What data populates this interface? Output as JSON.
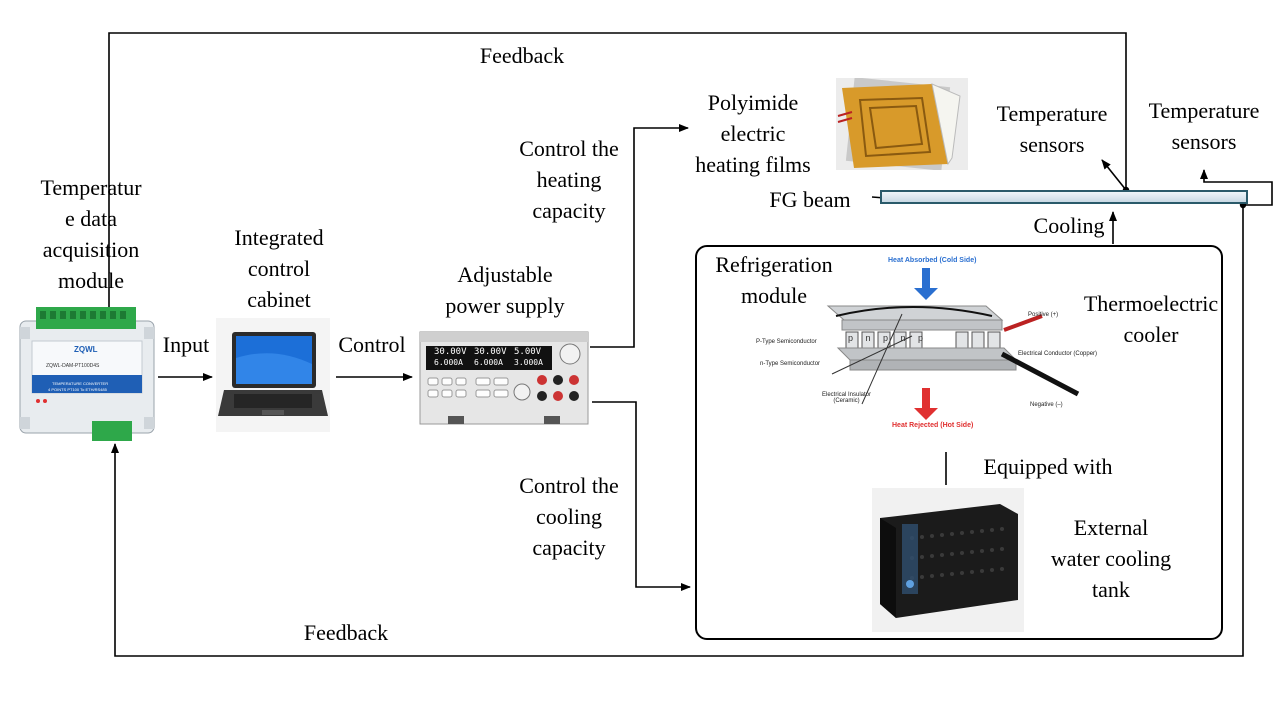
{
  "labels": {
    "feedback_top": "Feedback",
    "feedback_bottom": "Feedback",
    "temp_module": "Temperatur\ne data\nacquisition\nmodule",
    "cabinet": "Integrated\ncontrol\ncabinet",
    "power_supply": "Adjustable\npower supply",
    "input": "Input",
    "control": "Control",
    "control_heating": "Control the\nheating\ncapacity",
    "control_cooling": "Control the\ncooling\ncapacity",
    "polyimide": "Polyimide\nelectric\nheating films",
    "fg_beam": "FG beam",
    "temp_sensors_1": "Temperature\nsensors",
    "temp_sensors_2": "Temperature\nsensors",
    "cooling": "Cooling",
    "refrigeration": "Refrigeration\nmodule",
    "thermoelectric": "Thermoelectric\ncooler",
    "equipped": "Equipped with",
    "water_tank": "External\nwater cooling\ntank"
  },
  "tec_diagram": {
    "heat_absorbed": "Heat Absorbed (Cold Side)",
    "heat_rejected": "Heat Rejected (Hot Side)",
    "p_type": "P-Type Semiconductor",
    "n_type": "n-Type Semiconductor",
    "insulator": "Electrical Insulator\n(Ceramic)",
    "conductor": "Electrical Conductor (Copper)",
    "positive": "Positive (+)",
    "negative": "Negative (–)",
    "pellets": "p n p n p"
  },
  "device_text": {
    "module_brand": "ZQWL",
    "module_model": "ZQWL-DAM-PT100D4S",
    "module_line1": "TEMPERATURE CONVERTER",
    "module_line2": "4 POINTS PT100 To ETH/RS485",
    "psu_display_v1": "30.00V",
    "psu_display_v2": "30.00V",
    "psu_display_v3": "5.00V",
    "psu_display_a1": "6.000A",
    "psu_display_a2": "6.000A",
    "psu_display_a3": "3.000A"
  },
  "colors": {
    "line": "#000000",
    "heating_film": "#d89a2a",
    "beam_fill": "#d8e4ec",
    "beam_edge": "#2a5a6a",
    "heat_cold": "#2a6fd0",
    "heat_hot": "#e03030",
    "module_green": "#2ea84a",
    "module_blue": "#1f5fb5"
  }
}
